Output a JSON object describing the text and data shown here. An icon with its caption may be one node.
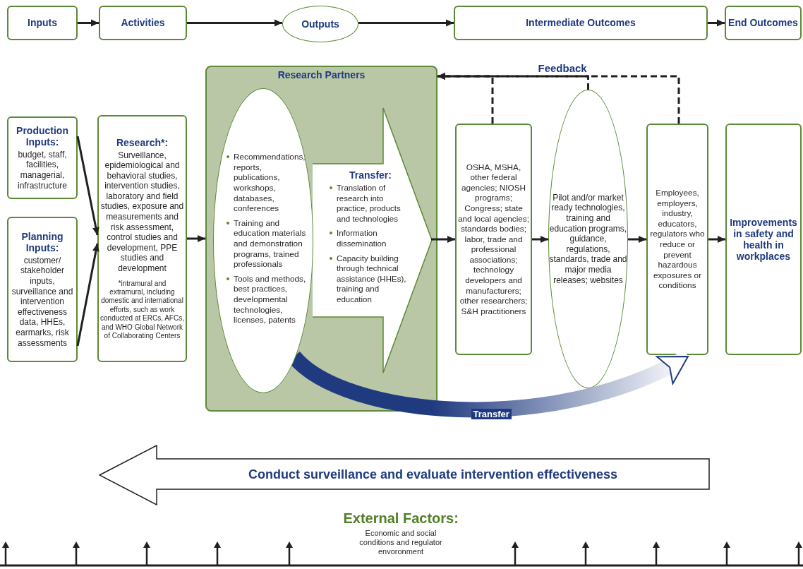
{
  "diagram": {
    "nodes": [
      {
        "text": [
          "Inputs"
        ]
      },
      {
        "text": [
          "Activities"
        ]
      },
      {
        "text": [
          "Outputs"
        ]
      },
      {
        "text": [
          "Intermediate Outcomes"
        ]
      },
      {
        "text": [
          "End Outcomes"
        ]
      },
      {
        "text": [
          "Production Inputs:",
          "budget, staff, facilities, managerial, infrastructure"
        ]
      },
      {
        "text": [
          "Planning Inputs:",
          "customer/ stakeholder inputs, surveillance and intervention effectiveness data, HHEs, earmarks, risk assessments"
        ]
      },
      {
        "text": [
          "Research*:",
          "Surveillance, epidemiological and behavioral studies, intervention studies, laboratory and field studies, exposure and measurements and risk assessment, control studies and development, PPE studies and development",
          "*intramural and extramural, including domestic and international efforts, such as work conducted at ERCs, AFCs, and WHO Global Network of Collaborating Centers"
        ]
      },
      {
        "text": [
          "Research Partners"
        ]
      },
      {
        "text": [
          "Recommendations, reports, publications, workshops, databases, conferences",
          "Training and education materials and demonstration programs, trained professionals",
          "Tools and methods, best practices, developmental technologies, licenses, patents"
        ],
        "in": 8
      },
      {
        "text": [
          "Transfer:",
          "Translation of research into practice, products and technologies",
          "Information dissemination",
          "Capacity building through technical assistance (HHEs), training and education"
        ],
        "in": 8
      },
      {
        "text": [
          "OSHA, MSHA, other federal agencies; NIOSH programs; Congress; state and local agencies; standards bodies; labor, trade and professional associations; technology developers and manufacturers; other researchers; S&H practitioners"
        ]
      },
      {
        "text": [
          "Pilot and/or market ready technologies, training and education programs, guidance, regulations, standards, trade and major media releases; websites"
        ]
      },
      {
        "text": [
          "Employees, employers, industry, educators, regulators who reduce or prevent hazardous exposures or conditions"
        ]
      },
      {
        "text": [
          "Improvements in safety and health in workplaces"
        ]
      },
      {
        "text": [
          "Conduct surveillance and evaluate intervention effectiveness"
        ]
      }
    ],
    "edges": [
      {
        "from": 0,
        "to": 1,
        "arrow": "to"
      },
      {
        "from": 1,
        "to": 2,
        "arrow": "to"
      },
      {
        "from": 2,
        "to": 3,
        "arrow": "to"
      },
      {
        "from": 3,
        "to": 4,
        "arrow": "to"
      },
      {
        "from": 5,
        "to": 7,
        "arrow": "to"
      },
      {
        "from": 6,
        "to": 7,
        "arrow": "to"
      },
      {
        "from": 7,
        "to": 8,
        "arrow": "to"
      },
      {
        "from": 10,
        "to": 11,
        "arrow": "to"
      },
      {
        "from": 11,
        "to": 12,
        "arrow": "to"
      },
      {
        "from": 12,
        "to": 13,
        "arrow": "to"
      },
      {
        "from": 13,
        "to": 14,
        "arrow": "to"
      },
      {
        "from": 11,
        "to": 8,
        "arrow": "to",
        "style": "dashed"
      },
      {
        "from": 12,
        "to": 8,
        "arrow": "to",
        "style": "dashed",
        "label": "Feedback"
      },
      {
        "from": 13,
        "to": 8,
        "arrow": "to",
        "style": "dashed"
      },
      {
        "from": 9,
        "to": 13,
        "arrow": "to",
        "style": "thick",
        "color": "#1f3a7f",
        "label": "Transfer"
      }
    ],
    "labels": [
      "External Factors:",
      "Economic and social conditions and regulator envoronment"
    ]
  }
}
